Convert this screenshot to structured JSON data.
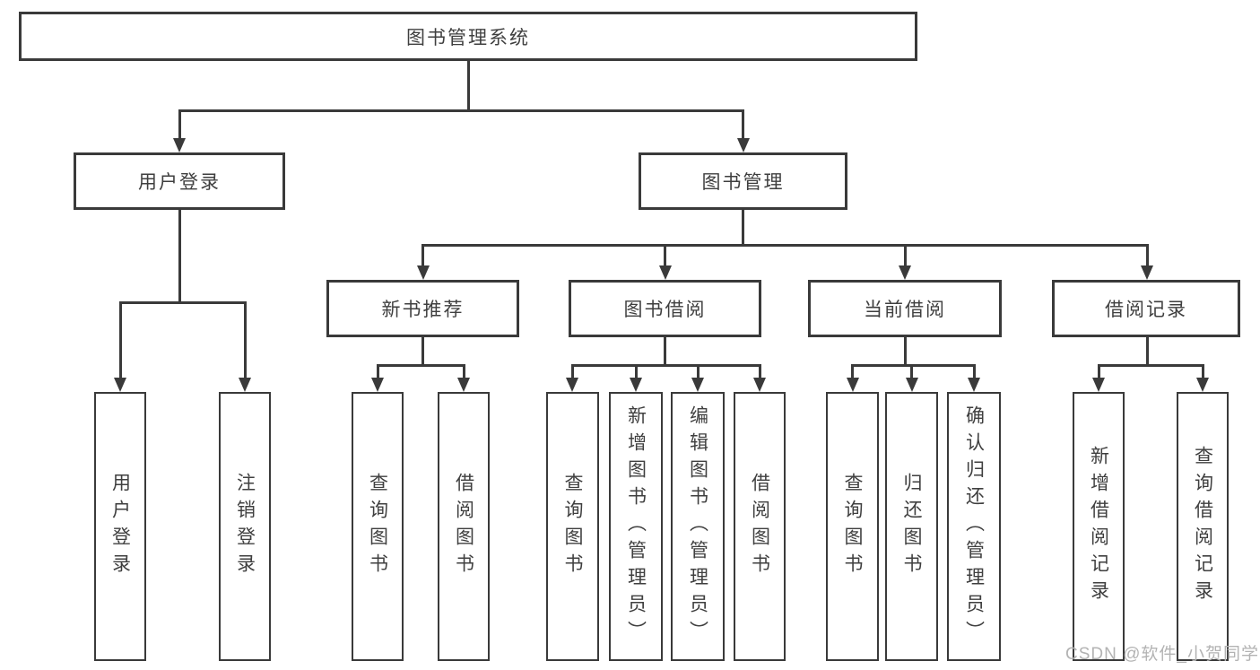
{
  "tree": {
    "root": {
      "label": "图书管理系统",
      "children": [
        {
          "label": "用户登录",
          "children": [
            {
              "label": "用户登录"
            },
            {
              "label": "注销登录"
            }
          ]
        },
        {
          "label": "图书管理",
          "children": [
            {
              "label": "新书推荐",
              "children": [
                {
                  "label": "查询图书"
                },
                {
                  "label": "借阅图书"
                }
              ]
            },
            {
              "label": "图书借阅",
              "children": [
                {
                  "label": "查询图书"
                },
                {
                  "label": "新增图书（管理员）"
                },
                {
                  "label": "编辑图书（管理员）"
                },
                {
                  "label": "借阅图书"
                }
              ]
            },
            {
              "label": "当前借阅",
              "children": [
                {
                  "label": "查询图书"
                },
                {
                  "label": "归还图书"
                },
                {
                  "label": "确认归还（管理员）"
                }
              ]
            },
            {
              "label": "借阅记录",
              "children": [
                {
                  "label": "新增借阅记录"
                },
                {
                  "label": "查询借阅记录"
                }
              ]
            }
          ]
        }
      ]
    }
  },
  "watermark": {
    "text": "CSDN @软件_小贺同学"
  },
  "colors": {
    "line": "#3a3a3a",
    "text": "#3f3f3f",
    "watermark": "#b3b3b3",
    "background": "#ffffff"
  }
}
